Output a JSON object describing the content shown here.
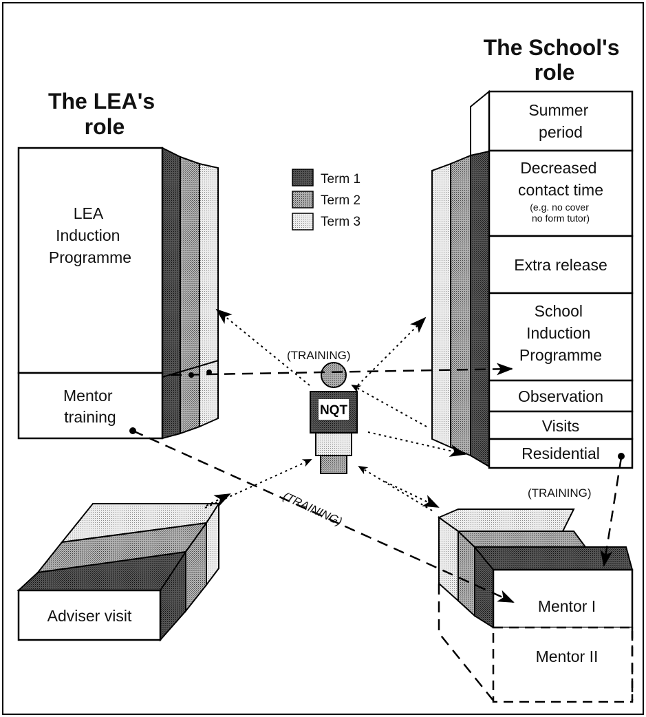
{
  "titles": {
    "lea_role": [
      "The LEA's",
      "role"
    ],
    "school_role": [
      "The School's",
      "role"
    ]
  },
  "legend": {
    "term1": "Term 1",
    "term2": "Term 2",
    "term3": "Term 3"
  },
  "lea": {
    "induction_programme": [
      "LEA",
      "Induction",
      "Programme"
    ],
    "mentor_training": [
      "Mentor",
      "training"
    ],
    "adviser_visit": "Adviser visit"
  },
  "school": {
    "summer_period": [
      "Summer",
      "period"
    ],
    "decreased_contact": [
      "Decreased",
      "contact time"
    ],
    "decreased_contact_note": [
      "(e.g. no cover",
      "no form tutor)"
    ],
    "extra_release": "Extra release",
    "school_induction": [
      "School",
      "Induction",
      "Programme"
    ],
    "observation": "Observation",
    "visits": "Visits",
    "residential": "Residential",
    "mentor_1": "Mentor I",
    "mentor_2": "Mentor II"
  },
  "center": {
    "nqt": "NQT"
  },
  "connectors": {
    "training_top": "(TRAINING)",
    "training_diagonal": "(TRAINING)",
    "training_right": "(TRAINING)"
  },
  "colors": {
    "term1": "#3a3a3a",
    "term2": "#8c8c8c",
    "term3": "#d8d8d8",
    "outline": "#000000",
    "background": "#ffffff"
  }
}
